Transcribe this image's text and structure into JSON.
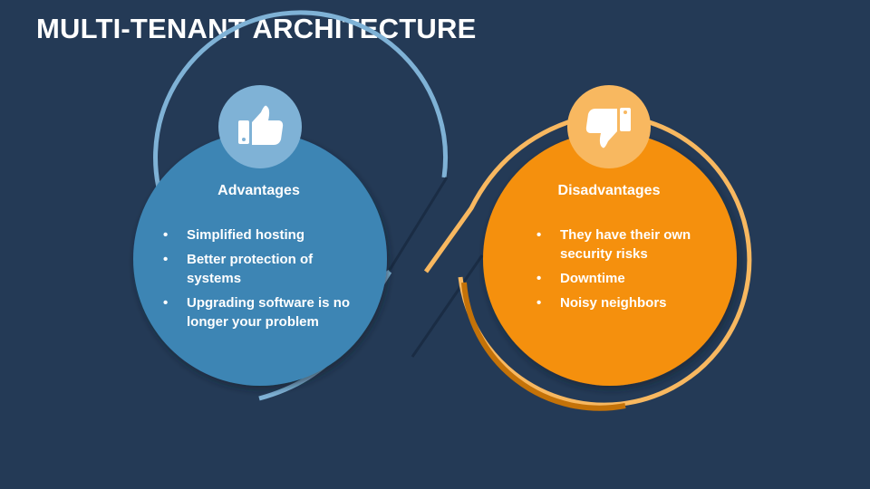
{
  "title": "MULTI-TENANT ARCHITECTURE",
  "colors": {
    "background": "#243a56",
    "advantages": "#3d85b4",
    "advantages_ring": "#7fb2d6",
    "disadvantages": "#f5900a",
    "disadvantages_ring": "#f8b860",
    "text": "#ffffff"
  },
  "advantages": {
    "heading": "Advantages",
    "icon": "thumbs-up-icon",
    "items": [
      "Simplified hosting",
      "Better protection of systems",
      "Upgrading software is no longer your problem"
    ]
  },
  "disadvantages": {
    "heading": "Disadvantages",
    "icon": "thumbs-down-icon",
    "items": [
      "They have their own security risks",
      "Downtime",
      "Noisy neighbors"
    ]
  }
}
